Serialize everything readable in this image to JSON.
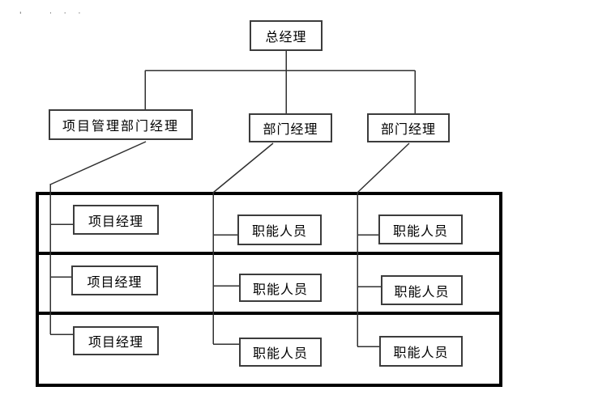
{
  "colors": {
    "background": "#ffffff",
    "line": "#303030",
    "box_border": "#3c3c3c",
    "band_border": "#000000",
    "text": "#000000"
  },
  "artifacts": {
    "tick": "'",
    "dots": "· · ·"
  },
  "chart": {
    "type": "org-matrix-diagram",
    "root": {
      "label": "总经理"
    },
    "level2": [
      {
        "label": "项目管理部门经理"
      },
      {
        "label": "部门经理"
      },
      {
        "label": "部门经理"
      }
    ],
    "matrix_rows": [
      {
        "cells": [
          {
            "label": "项目经理"
          },
          {
            "label": "职能人员"
          },
          {
            "label": "职能人员"
          }
        ]
      },
      {
        "cells": [
          {
            "label": "项目经理"
          },
          {
            "label": "职能人员"
          },
          {
            "label": "职能人员"
          }
        ]
      },
      {
        "cells": [
          {
            "label": "项目经理"
          },
          {
            "label": "职能人员"
          },
          {
            "label": "职能人员"
          }
        ]
      }
    ]
  }
}
